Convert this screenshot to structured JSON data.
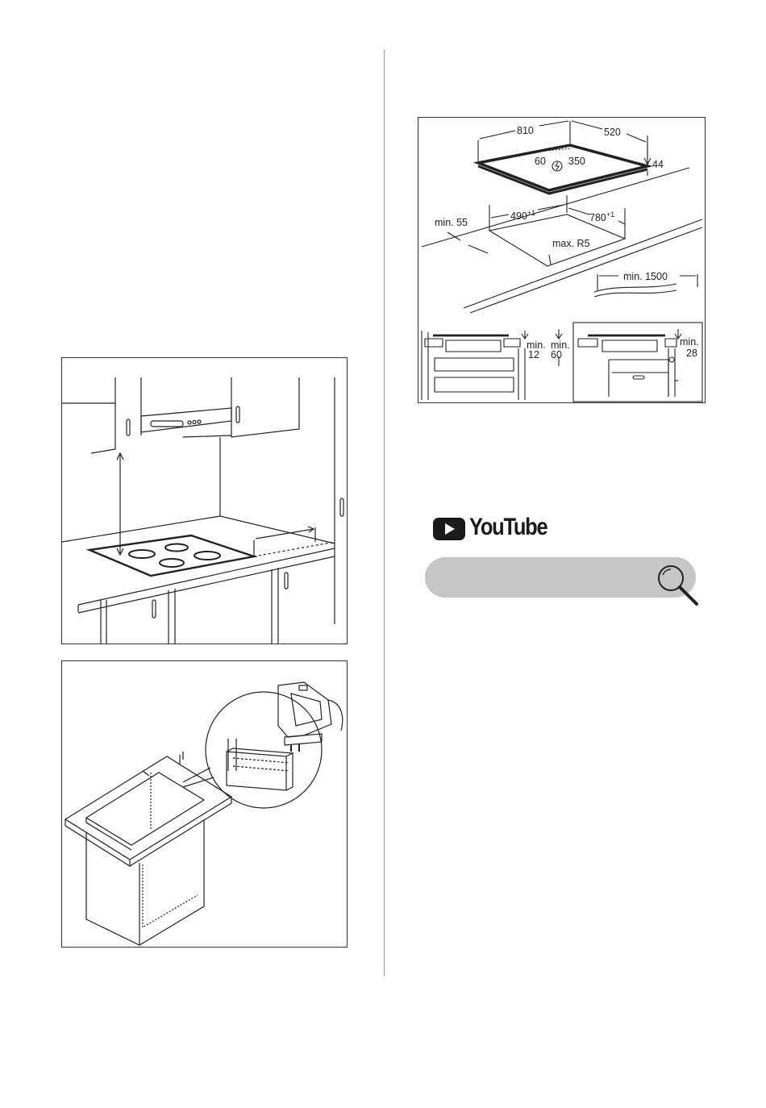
{
  "figures": {
    "installation_dimensions": {
      "hob_width": "810",
      "hob_depth": "520",
      "hob_height": "44",
      "connection_offset": "60",
      "connection_distance": "350",
      "cutout_depth": "490",
      "cutout_depth_tol": "+1",
      "cutout_width": "780",
      "cutout_width_tol": "+1",
      "min_wall_distance": "min. 55",
      "corner_radius": "max. R5",
      "cable_length": "min. 1500",
      "min_label": "min.",
      "gap_12": "12",
      "gap_60": "60",
      "gap_28": "28"
    }
  },
  "youtube": {
    "logo_text": "YouTube",
    "icon": "youtube-play-icon",
    "search_icon": "magnifier-icon"
  },
  "colors": {
    "search_bar": "#c6c6c6",
    "line": "#222222"
  }
}
